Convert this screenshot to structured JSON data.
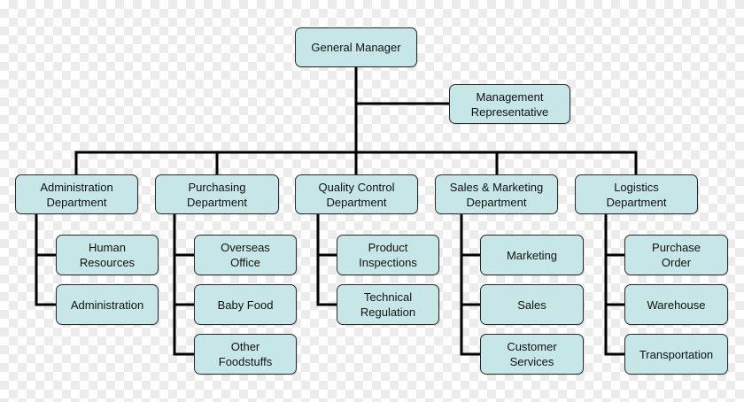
{
  "diagram": {
    "root": {
      "label": "General Manager"
    },
    "assistant": {
      "label": "Management\nRepresentative"
    },
    "departments": [
      {
        "label": "Administration\nDepartment",
        "children": [
          {
            "label": "Human\nResources"
          },
          {
            "label": "Administration"
          }
        ]
      },
      {
        "label": "Purchasing\nDepartment",
        "children": [
          {
            "label": "Overseas\nOffice"
          },
          {
            "label": "Baby Food"
          },
          {
            "label": "Other\nFoodstuffs"
          }
        ]
      },
      {
        "label": "Quality Control\nDepartment",
        "children": [
          {
            "label": "Product\nInspections"
          },
          {
            "label": "Technical\nRegulation"
          }
        ]
      },
      {
        "label": "Sales & Marketing\nDepartment",
        "children": [
          {
            "label": "Marketing"
          },
          {
            "label": "Sales"
          },
          {
            "label": "Customer\nServices"
          }
        ]
      },
      {
        "label": "Logistics\nDepartment",
        "children": [
          {
            "label": "Purchase\nOrder"
          },
          {
            "label": "Warehouse"
          },
          {
            "label": "Transportation"
          }
        ]
      }
    ],
    "colors": {
      "box_fill": "#c6e6e7",
      "box_border": "#2a2a2a",
      "connector": "#000000"
    }
  }
}
